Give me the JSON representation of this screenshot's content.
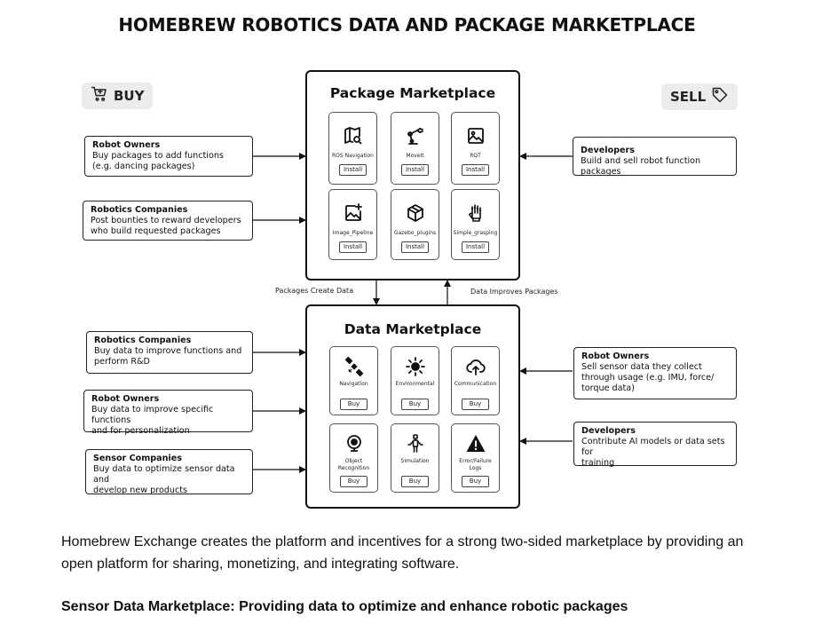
{
  "title": "HOMEBREW ROBOTICS DATA AND PACKAGE MARKETPLACE",
  "buy_label": "BUY",
  "sell_label": "SELL",
  "left_package": [
    {
      "heading": "Robot Owners",
      "lines": [
        "Buy packages to add functions",
        "(e.g. dancing packages)"
      ]
    },
    {
      "heading": "Robotics Companies",
      "lines": [
        "Post bounties to reward developers",
        "who build requested packages"
      ]
    }
  ],
  "right_package": [
    {
      "heading": "Developers",
      "lines": [
        "Build and sell robot function packages"
      ]
    }
  ],
  "left_data": [
    {
      "heading": "Robotics Companies",
      "lines": [
        "Buy data to improve functions and",
        "perform R&D"
      ]
    },
    {
      "heading": "Robot Owners",
      "lines": [
        "Buy data to improve specific functions",
        "and for personalization"
      ]
    },
    {
      "heading": "Sensor Companies",
      "lines": [
        "Buy data to optimize sensor data and",
        "develop new products"
      ]
    }
  ],
  "right_data": [
    {
      "heading": "Robot Owners",
      "lines": [
        "Sell sensor data they collect",
        "through usage  (e.g. IMU, force/",
        "torque data)"
      ]
    },
    {
      "heading": "Developers",
      "lines": [
        "Contribute AI models or data sets for",
        "training"
      ]
    }
  ],
  "package_market": {
    "title": "Package Marketplace",
    "button_label": "Install",
    "items": [
      {
        "name": "ROS Navigation",
        "icon": "map-search-icon"
      },
      {
        "name": "MoveIt",
        "icon": "robot-arm-icon"
      },
      {
        "name": "RQT",
        "icon": "image-frame-icon"
      },
      {
        "name": "Image_Pipeline",
        "icon": "image-add-icon"
      },
      {
        "name": "Gazebo_plugins",
        "icon": "cube-icon"
      },
      {
        "name": "Simple_grasping",
        "icon": "robot-hand-icon"
      }
    ]
  },
  "data_market": {
    "title": "Data Marketplace",
    "button_label": "Buy",
    "items": [
      {
        "name": "Navigation",
        "icon": "satellite-icon"
      },
      {
        "name": "Environmental",
        "icon": "sun-icon"
      },
      {
        "name": "Communication",
        "icon": "cloud-upload-icon"
      },
      {
        "name": "Object Recognition",
        "icon": "webcam-icon"
      },
      {
        "name": "Simulation",
        "icon": "humanoid-icon"
      },
      {
        "name": "Error/Failure Logs",
        "icon": "warning-icon"
      }
    ]
  },
  "flows": {
    "down": "Packages Create Data",
    "up": "Data Improves Packages"
  },
  "paragraph": "Homebrew Exchange creates the platform and incentives for a strong two-sided marketplace by providing an open platform for sharing, monetizing, and integrating software.",
  "subheading": "Sensor Data Marketplace: Providing data to optimize and enhance robotic packages"
}
